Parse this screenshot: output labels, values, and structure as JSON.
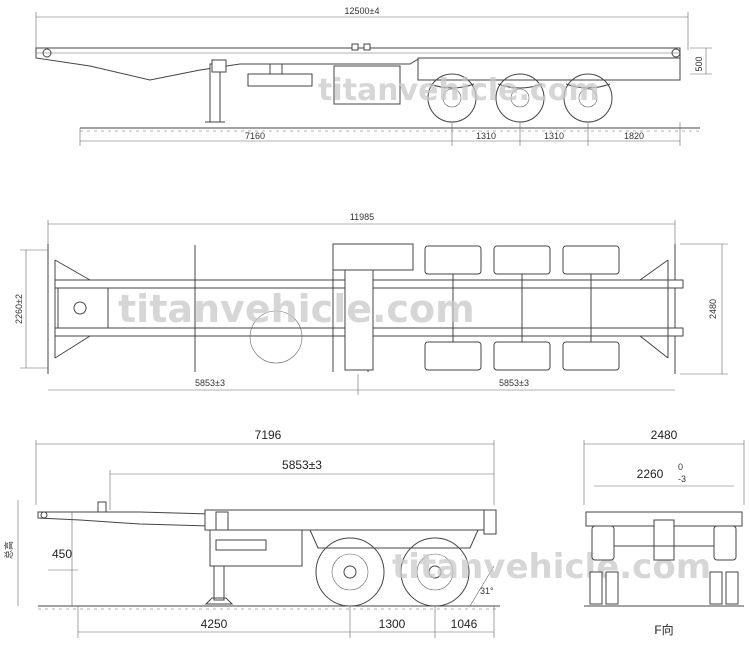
{
  "side_view_top": {
    "overall_length": "12500±4",
    "height_label": "500",
    "dims": [
      "7160",
      "1310",
      "1310",
      "1820"
    ]
  },
  "plan_view": {
    "length": "11985",
    "width": "2480",
    "inner_width": "2260±2",
    "left_pitch": "5853±3",
    "right_pitch": "5853±3"
  },
  "side_view_bottom": {
    "length": "7196",
    "pitch": "5853±3",
    "height_vertical": "总高",
    "king_pin_height": "450",
    "dims": [
      "4250",
      "1300",
      "1046"
    ],
    "angle": "31°"
  },
  "front_view": {
    "overall_width": "2480",
    "inner_width": "2260",
    "inner_width_tol": "0",
    "inner_width_tol2": "-3",
    "view_label": "F向"
  },
  "watermark": "titanvehicle.com"
}
